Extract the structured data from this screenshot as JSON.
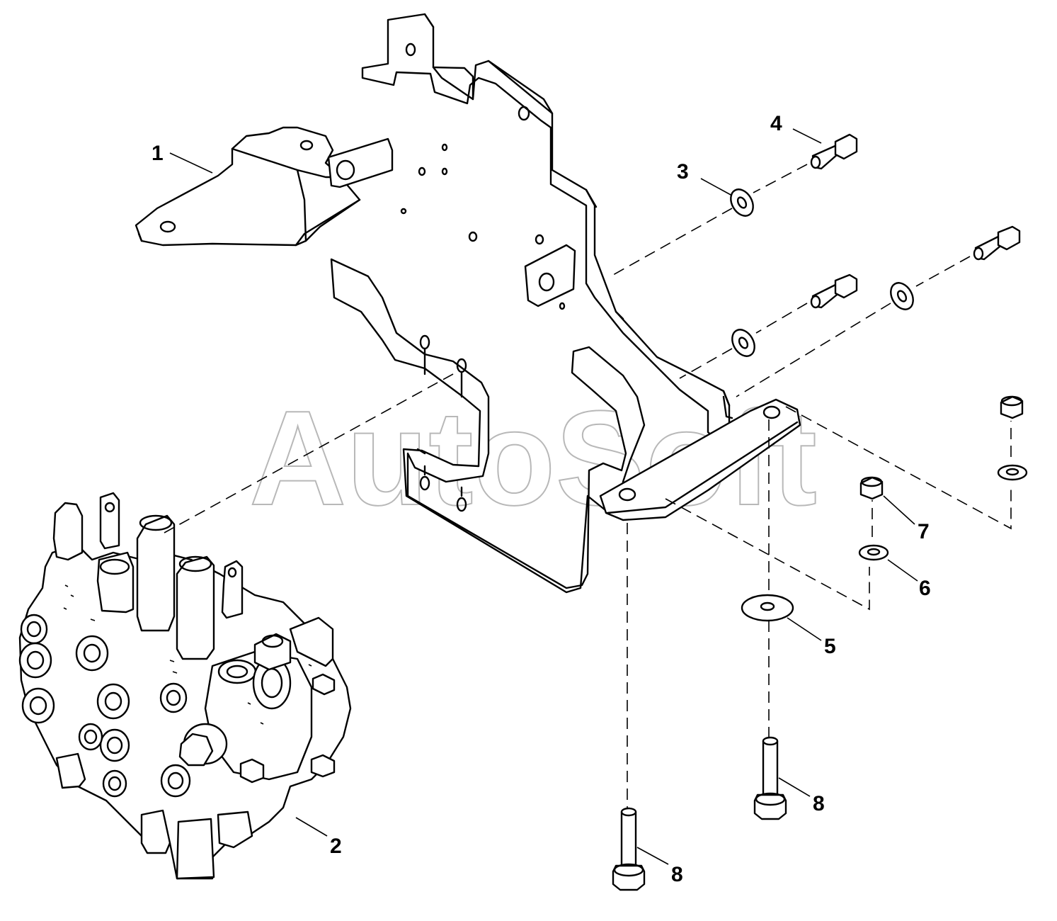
{
  "watermark": "AutoSoft",
  "callouts": {
    "c1": "1",
    "c2": "2",
    "c3": "3",
    "c4": "4",
    "c5": "5",
    "c6": "6",
    "c7": "7",
    "c8a": "8",
    "c8b": "8"
  }
}
